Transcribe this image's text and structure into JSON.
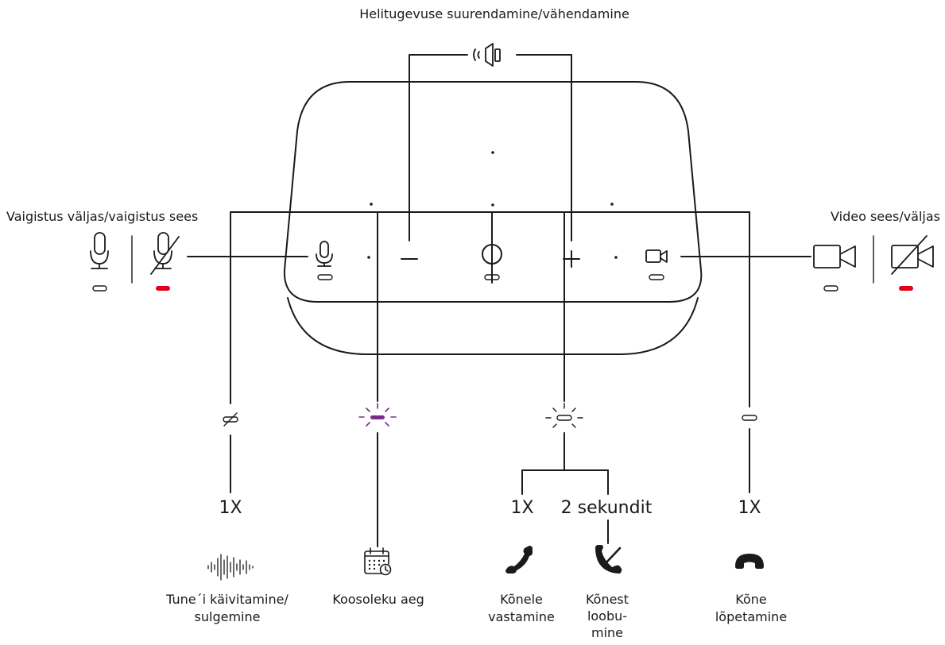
{
  "labels": {
    "volume": "Helitugevuse suurendamine/vähendamine",
    "mute": "Vaigistus väljas/vaigistus sees",
    "video": "Video sees/väljas"
  },
  "actions": [
    {
      "count": "1X",
      "caption_lines": [
        "Tune´i käivitamine/",
        "sulgemine"
      ]
    },
    {
      "caption_lines": [
        "Koosoleku aeg"
      ]
    },
    {
      "count": "1X",
      "caption_lines": [
        "Kõnele",
        "vastamine"
      ]
    },
    {
      "count": "2 sekundit",
      "caption_lines": [
        "Kõnest",
        "loobu-",
        "mine"
      ]
    },
    {
      "count": "1X",
      "caption_lines": [
        "Kõne",
        "lõpetamine"
      ]
    }
  ],
  "icons": [
    "speaker-icon",
    "mic-icon",
    "mic-muted-icon",
    "camera-icon",
    "camera-off-icon",
    "circle-button-icon",
    "plus-icon",
    "minus-icon",
    "waveform-icon",
    "calendar-clock-icon",
    "phone-icon",
    "phone-decline-icon",
    "phone-end-icon",
    "led-off-icon",
    "led-pulse-icon"
  ],
  "colors": {
    "line": "#1a1a1a",
    "mute_led": "#e2001a",
    "meeting_led": "#7a2a8c"
  }
}
